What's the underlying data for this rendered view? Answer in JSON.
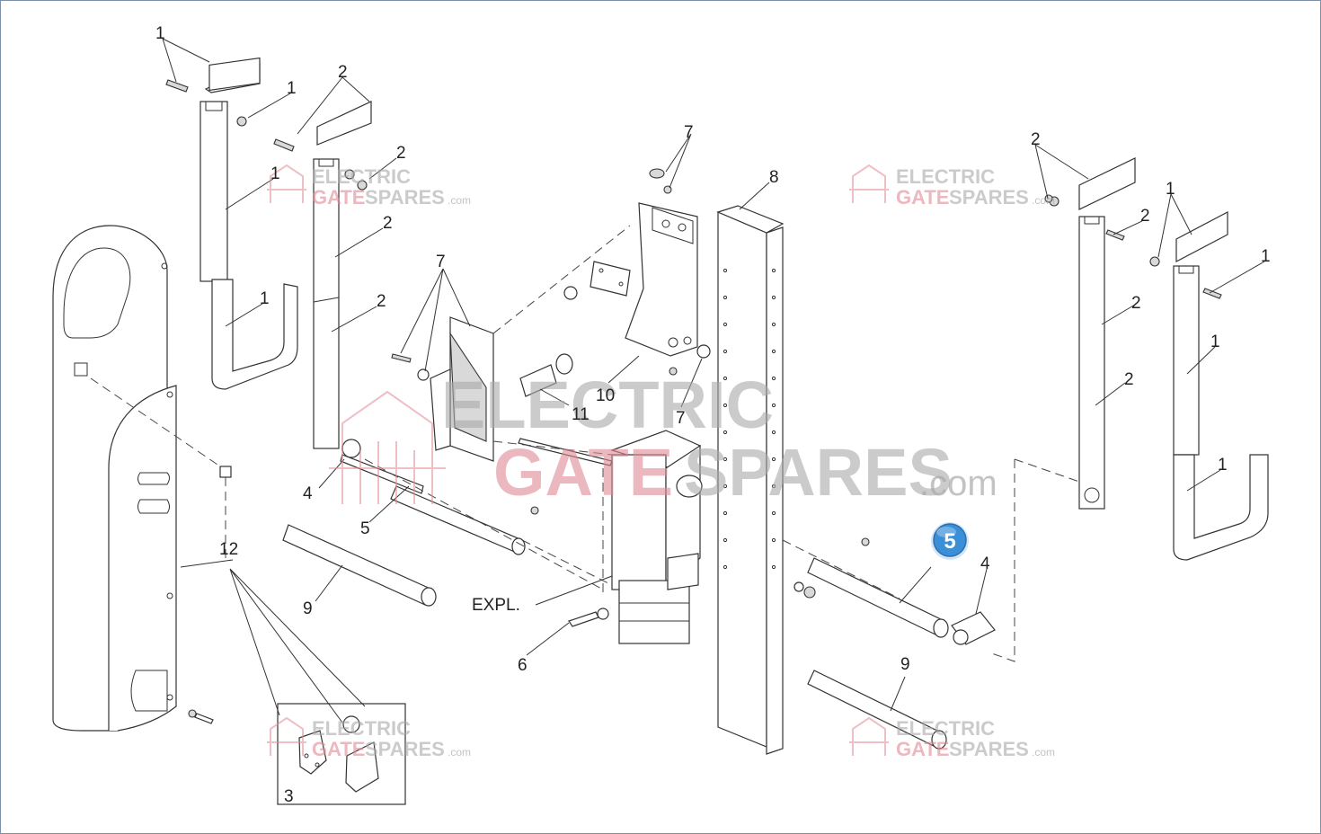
{
  "labels": {
    "l1a": "1",
    "l1b": "1",
    "l1c": "1",
    "l1d": "1",
    "l1e": "1",
    "l1f": "1",
    "l1g": "1",
    "l1h": "1",
    "l2a": "2",
    "l2b": "2",
    "l2c": "2",
    "l2d": "2",
    "l2e": "2",
    "l2f": "2",
    "l2g": "2",
    "l2h": "2",
    "l3": "3",
    "l4a": "4",
    "l4b": "4",
    "l5": "5",
    "l6": "6",
    "l7a": "7",
    "l7b": "7",
    "l7c": "7",
    "l8": "8",
    "l9a": "9",
    "l9b": "9",
    "l10": "10",
    "l11": "11",
    "l12": "12",
    "lexpl": "EXPL."
  },
  "badge": {
    "text": "5",
    "color": "#3a8fd6"
  },
  "watermark": {
    "line1": "ELECTRIC",
    "line2a": "GATE",
    "line2b": "SPARES",
    "suffix": ".com",
    "colors": {
      "primary": "#aaaaaa",
      "accent": "#e08a96"
    }
  }
}
